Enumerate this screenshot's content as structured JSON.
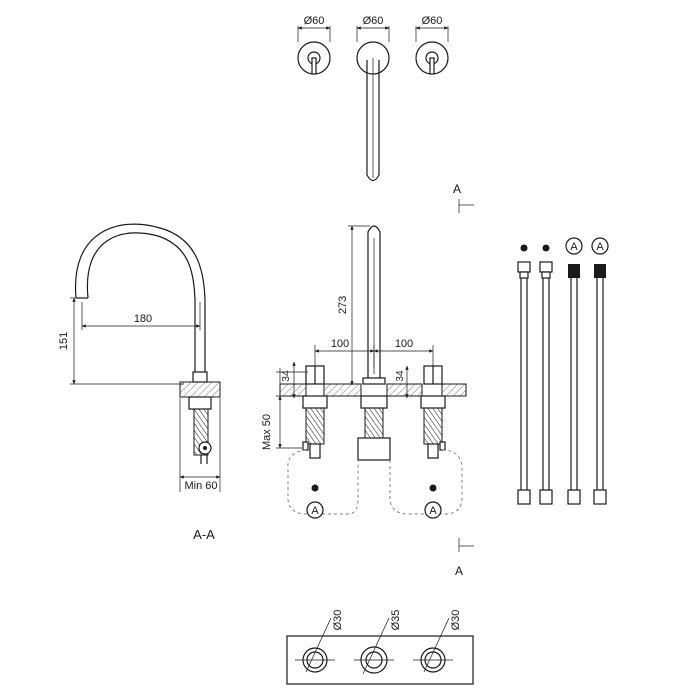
{
  "top_view": {
    "dia_left": "Ø60",
    "dia_center": "Ø60",
    "dia_right": "Ø60"
  },
  "section_marker": {
    "top_label": "A",
    "bottom_label": "A"
  },
  "side_view": {
    "reach": "180",
    "height": "151",
    "min_base": "Min 60",
    "section_title": "A-A"
  },
  "front_view": {
    "spout_height": "273",
    "spacing_left": "100",
    "spacing_right": "100",
    "deck_left": "34",
    "deck_right": "34",
    "max_thickness": "Max 50",
    "hose_tag_left": "A",
    "hose_tag_right": "A"
  },
  "hoses": {
    "tag_3": "A",
    "tag_4": "A"
  },
  "cutout_plan": {
    "hole_left": "Ø30",
    "hole_center": "Ø35",
    "hole_right": "Ø30"
  }
}
